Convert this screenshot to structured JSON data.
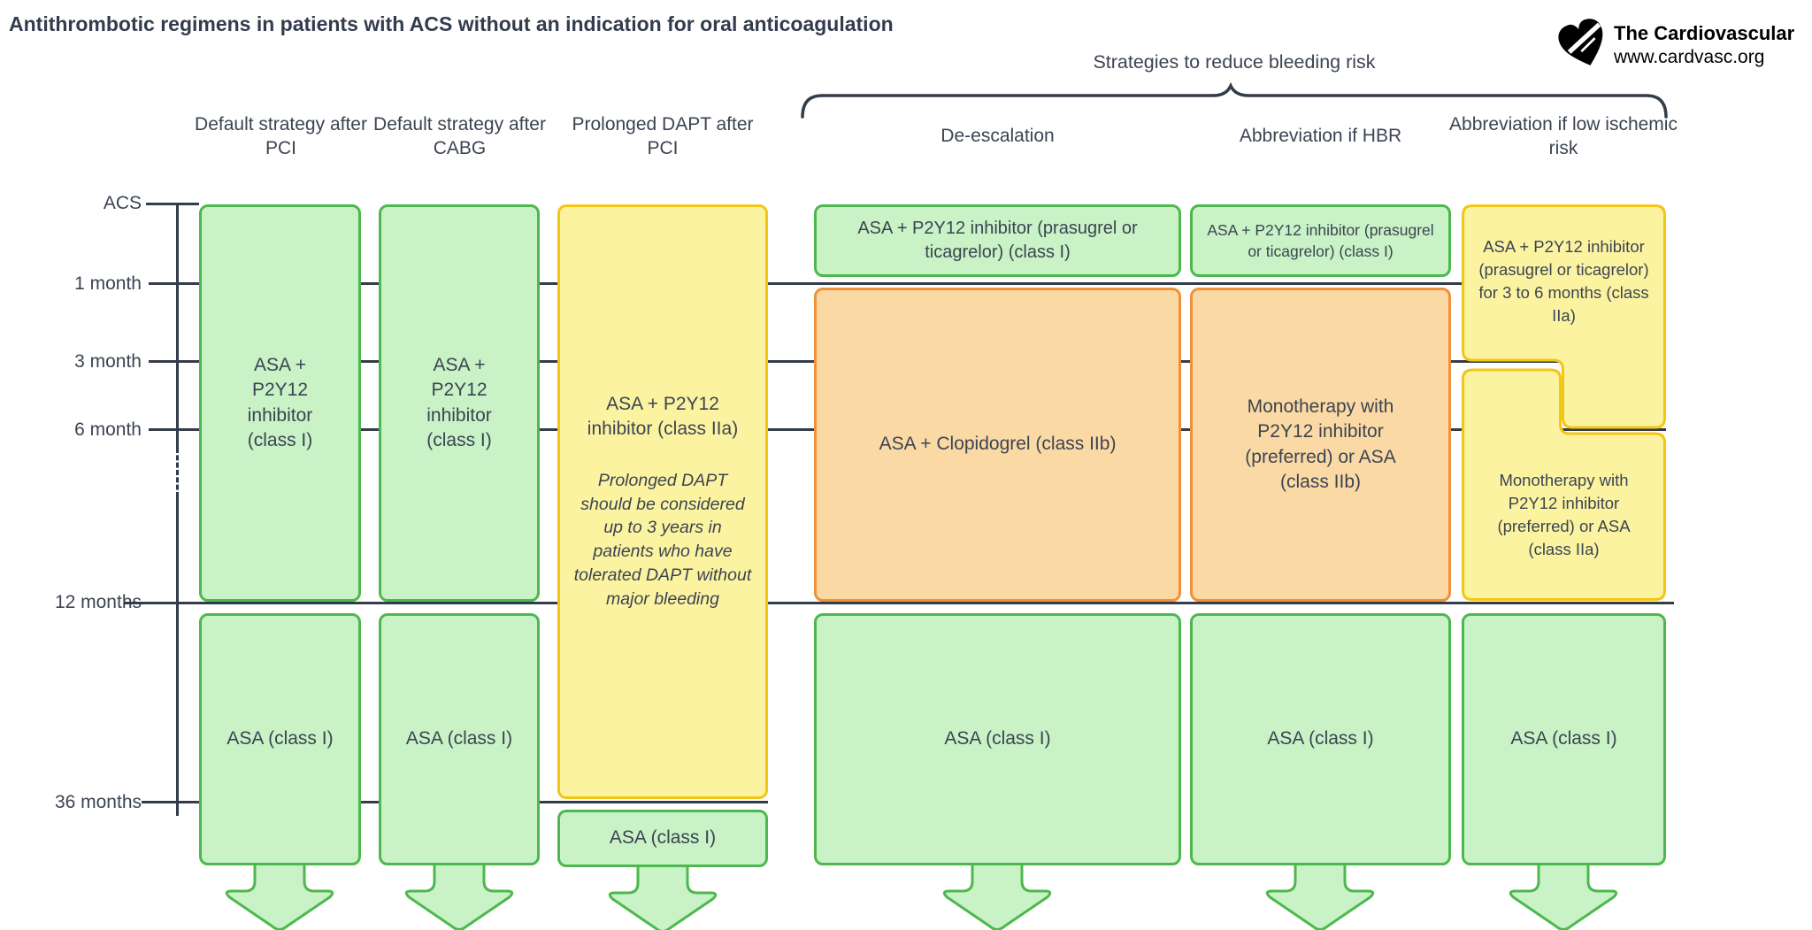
{
  "title": "Antithrombotic regimens in patients with ACS without an indication for oral anticoagulation",
  "logo": {
    "name": "The Cardiovascular",
    "url": "www.cardvasc.org"
  },
  "bleeding_strategies_label": "Strategies to reduce bleeding risk",
  "timeline": {
    "labels": [
      "ACS",
      "1 month",
      "3 month",
      "6 month",
      "12 months",
      "36 months"
    ]
  },
  "colors": {
    "green_fill": "#c9f2c6",
    "green_border": "#4db84d",
    "yellow_fill": "#fcf3a1",
    "yellow_border": "#f3c515",
    "orange_fill": "#fbd9a5",
    "orange_border": "#f0913a",
    "line": "#333c49",
    "text": "#3b4452"
  },
  "columns": [
    {
      "header": "Default strategy after PCI",
      "boxes": [
        {
          "label": "ASA + P2Y12 inhibitor (class I)",
          "color": "green"
        },
        {
          "label": "ASA (class I)",
          "color": "green"
        }
      ]
    },
    {
      "header": "Default strategy after CABG",
      "boxes": [
        {
          "label": "ASA + P2Y12 inhibitor (class I)",
          "color": "green"
        },
        {
          "label": "ASA (class I)",
          "color": "green"
        }
      ]
    },
    {
      "header": "Prolonged DAPT after PCI",
      "boxes": [
        {
          "label": "ASA + P2Y12 inhibitor (class IIa)",
          "note": "Prolonged DAPT should be considered up to 3 years in patients who have tolerated DAPT without major bleeding",
          "color": "yellow"
        },
        {
          "label": "ASA (class I)",
          "color": "green"
        }
      ]
    },
    {
      "header": "De-escalation",
      "boxes": [
        {
          "label": "ASA + P2Y12 inhibitor (prasugrel or ticagrelor) (class I)",
          "color": "green"
        },
        {
          "label": "ASA + Clopidogrel (class IIb)",
          "color": "orange"
        },
        {
          "label": "ASA (class I)",
          "color": "green"
        }
      ]
    },
    {
      "header": "Abbreviation if HBR",
      "boxes": [
        {
          "label": "ASA + P2Y12 inhibitor (prasugrel or ticagrelor) (class I)",
          "color": "green"
        },
        {
          "label": "Monotherapy with P2Y12 inhibitor (preferred) or ASA (class IIb)",
          "color": "orange"
        },
        {
          "label": "ASA (class I)",
          "color": "green"
        }
      ]
    },
    {
      "header": "Abbreviation if low ischemic risk",
      "boxes": [
        {
          "label": "ASA + P2Y12 inhibitor (prasugrel or ticagrelor) for 3 to 6 months (class IIa)",
          "color": "yellow"
        },
        {
          "label": "Monotherapy with P2Y12 inhibitor (preferred) or ASA (class IIa)",
          "color": "yellow"
        },
        {
          "label": "ASA (class I)",
          "color": "green"
        }
      ]
    }
  ]
}
